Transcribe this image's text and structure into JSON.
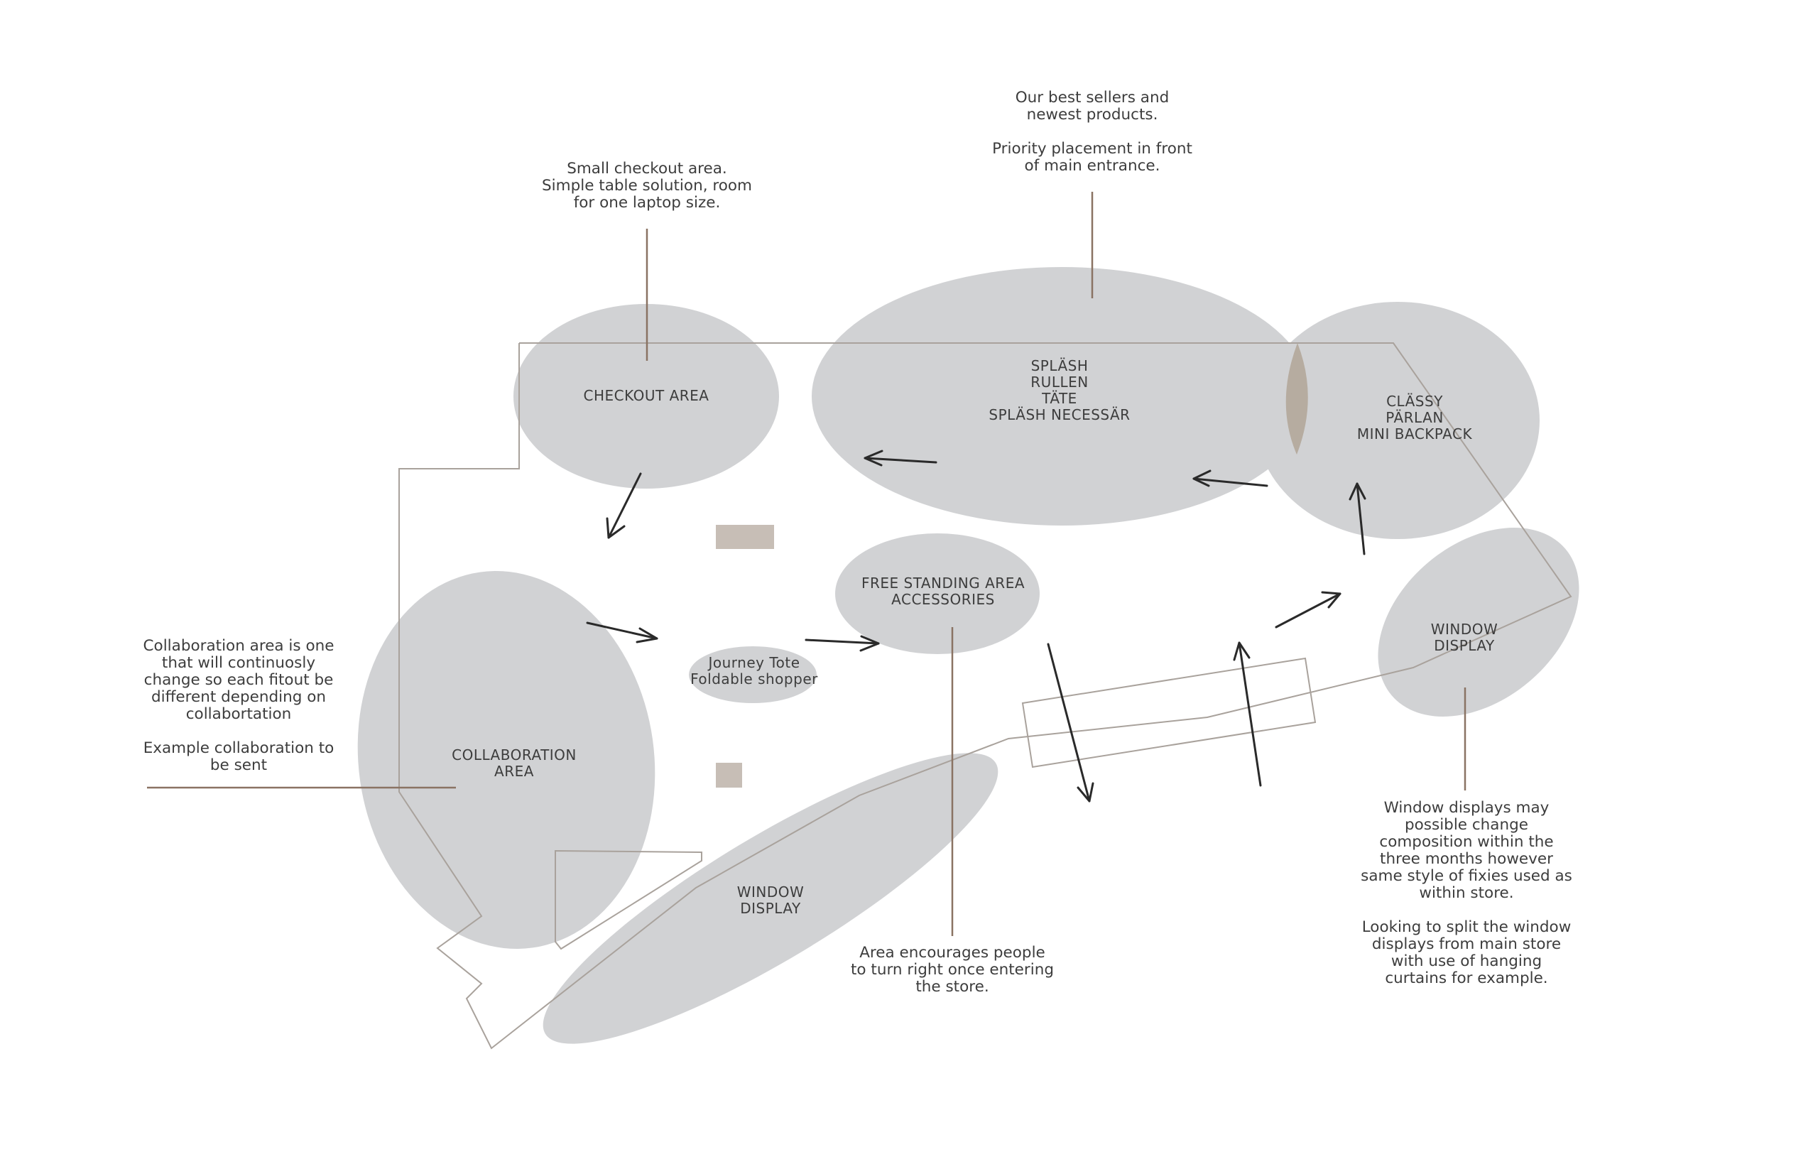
{
  "colors": {
    "zone_fill": "#d1d2d4",
    "overlap_fill": "#b3a79a",
    "fixture_fill": "#c7beb6",
    "leader_line": "#8a7363",
    "outline": "#a9a29c",
    "arrow": "#2a2a2a",
    "text": "#3d3d3d"
  },
  "zones": {
    "checkout": "CHECKOUT AREA",
    "main_display": "SPLÄSH\nRULLEN\nTÄTE\nSPLÄSH NECESSÄR",
    "corner_display": "CLÄSSY\nPÄRLAN\nMINI BACKPACK",
    "free_standing": "FREE STANDING AREA\nACCESSORIES",
    "journey_tote": "Journey Tote\nFoldable shopper",
    "collaboration": "COLLABORATION\nAREA",
    "window_display_left": "WINDOW\nDISPLAY",
    "window_display_right": "WINDOW\nDISPLAY"
  },
  "notes": {
    "best_sellers": "Our best sellers and\nnewest products.\n\nPriority placement in front\nof main entrance.",
    "checkout": "Small checkout area.\nSimple table solution, room\nfor one laptop size.",
    "collaboration": "Collaboration area is one\nthat will continuosly\nchange so each fitout be\ndifferent depending on\ncollabortation\n\nExample collaboration to\nbe sent",
    "free_standing": "Area encourages people\nto turn right once entering\nthe store.",
    "window_displays": "Window displays may\npossible change\ncomposition within the\nthree months however\nsame style of fixies used as\nwithin store.\n\nLooking to split the window\ndisplays from main store\nwith use of hanging\ncurtains for example."
  }
}
